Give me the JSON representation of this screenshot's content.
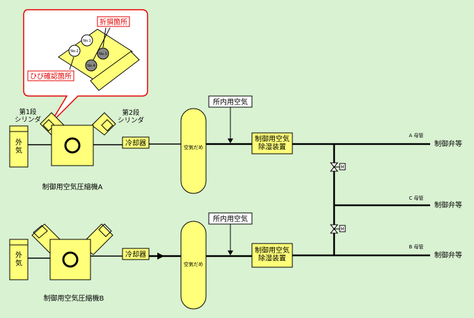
{
  "callout": {
    "damage_label": "折損箇所",
    "crack_label": "ひび確認箇所",
    "piston_labels": [
      "No.1",
      "No.2",
      "No.3",
      "No.4"
    ]
  },
  "compressor_a": {
    "stage1_label": "第1段\nシリンダ",
    "stage2_label": "第2段\nシリンダ",
    "intake_label": "外\n気",
    "cooler_label": "冷却器",
    "tank_label": "空気だめ",
    "plant_air_label": "所内用空気",
    "dryer_label": "制御用空気\n除湿装置",
    "name": "制御用空気圧縮機A"
  },
  "compressor_b": {
    "intake_label": "外\n気",
    "cooler_label": "冷却器",
    "tank_label": "空気だめ",
    "plant_air_label": "所内用空気",
    "dryer_label": "制御用空気\n除湿装置",
    "name": "制御用空気圧縮機B"
  },
  "headers": {
    "a": "A 母管",
    "b": "B 母管",
    "c": "C 母管"
  },
  "destinations": {
    "a": "制御弁等",
    "b": "制御弁等",
    "c": "制御弁等"
  },
  "valve_symbol": "M",
  "colors": {
    "background": "#d9f2d2",
    "equipment": "#ffff7a",
    "callout_border": "#e60000",
    "callout_fill": "#ffffff"
  }
}
